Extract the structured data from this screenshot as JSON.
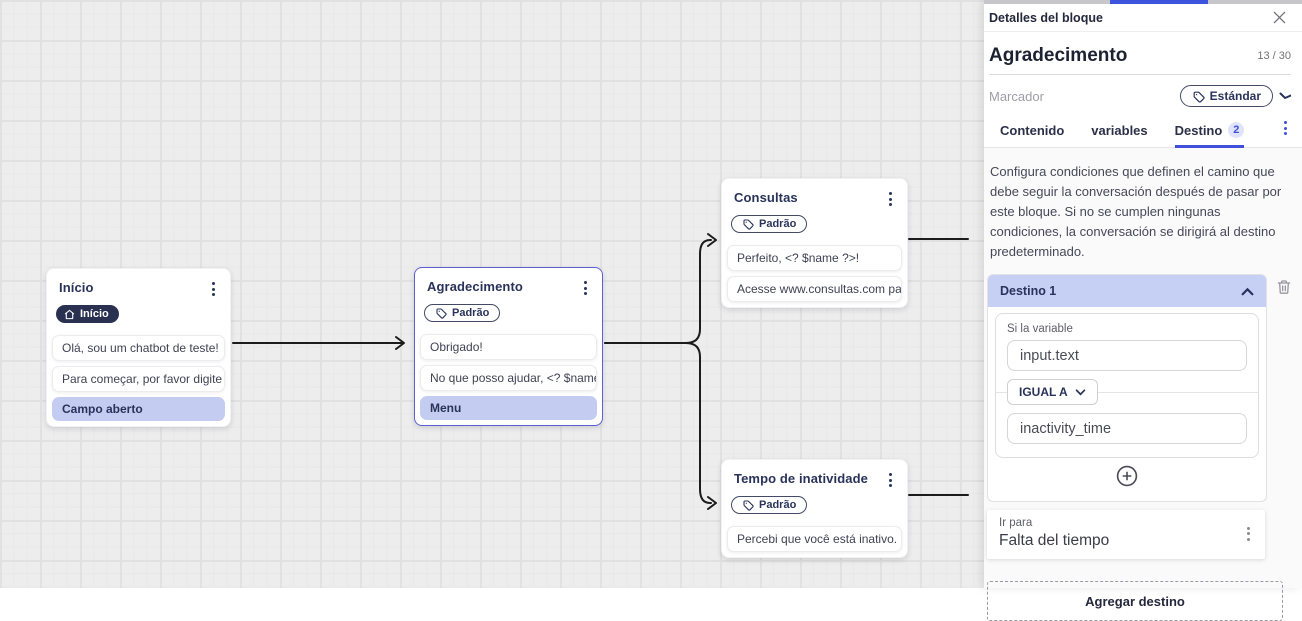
{
  "canvas": {
    "nodes": [
      {
        "title": "Início",
        "badge_label": "Início",
        "rows": [
          {
            "text": "Olá, sou um chatbot de teste!",
            "highlight": false
          },
          {
            "text": "Para começar, por favor digite o ...",
            "highlight": false
          },
          {
            "text": "Campo aberto",
            "highlight": true
          }
        ]
      },
      {
        "title": "Agradecimento",
        "badge_label": "Padrão",
        "rows": [
          {
            "text": "Obrigado!",
            "highlight": false
          },
          {
            "text": "No que posso ajudar, <? $name ...",
            "highlight": false
          },
          {
            "text": "Menu",
            "highlight": true
          }
        ]
      },
      {
        "title": "Consultas",
        "badge_label": "Padrão",
        "rows": [
          {
            "text": "Perfeito, <? $name ?>!",
            "highlight": false
          },
          {
            "text": "Acesse www.consultas.com par...",
            "highlight": false
          }
        ]
      },
      {
        "title": "Tempo de inatividade",
        "badge_label": "Padrão",
        "rows": [
          {
            "text": "Percebi que você está inativo. C...",
            "highlight": false
          }
        ]
      }
    ]
  },
  "panel": {
    "header_title": "Detalles del bloque",
    "block_name": "Agradecimento",
    "counter": "13 / 30",
    "marker_label": "Marcador",
    "marker_value": "Estándar",
    "tabs": [
      {
        "label": "Contenido"
      },
      {
        "label": "variables"
      },
      {
        "label": "Destino",
        "badge": "2"
      }
    ],
    "description": "Configura condiciones que definen el camino que debe seguir la conversación después de pasar por este bloque. Si no se cumplen ningunas condiciones, la conversación se dirigirá al destino predeterminado.",
    "destino": {
      "title": "Destino 1",
      "condition_label": "Si la variable",
      "variable": "input.text",
      "operator": "IGUAL A",
      "value": "inactivity_time",
      "goto_label": "Ir para",
      "goto_value": "Falta del tiempo"
    },
    "add_button": "Agregar destino"
  },
  "colors": {
    "accent_blue": "#4050d8",
    "selection_border": "#5d5fd3",
    "highlight_row": "#c4cdf1",
    "destino_header": "#c6d0f5",
    "edge": "#1c1c1c",
    "canvas_bg": "#ededed"
  }
}
